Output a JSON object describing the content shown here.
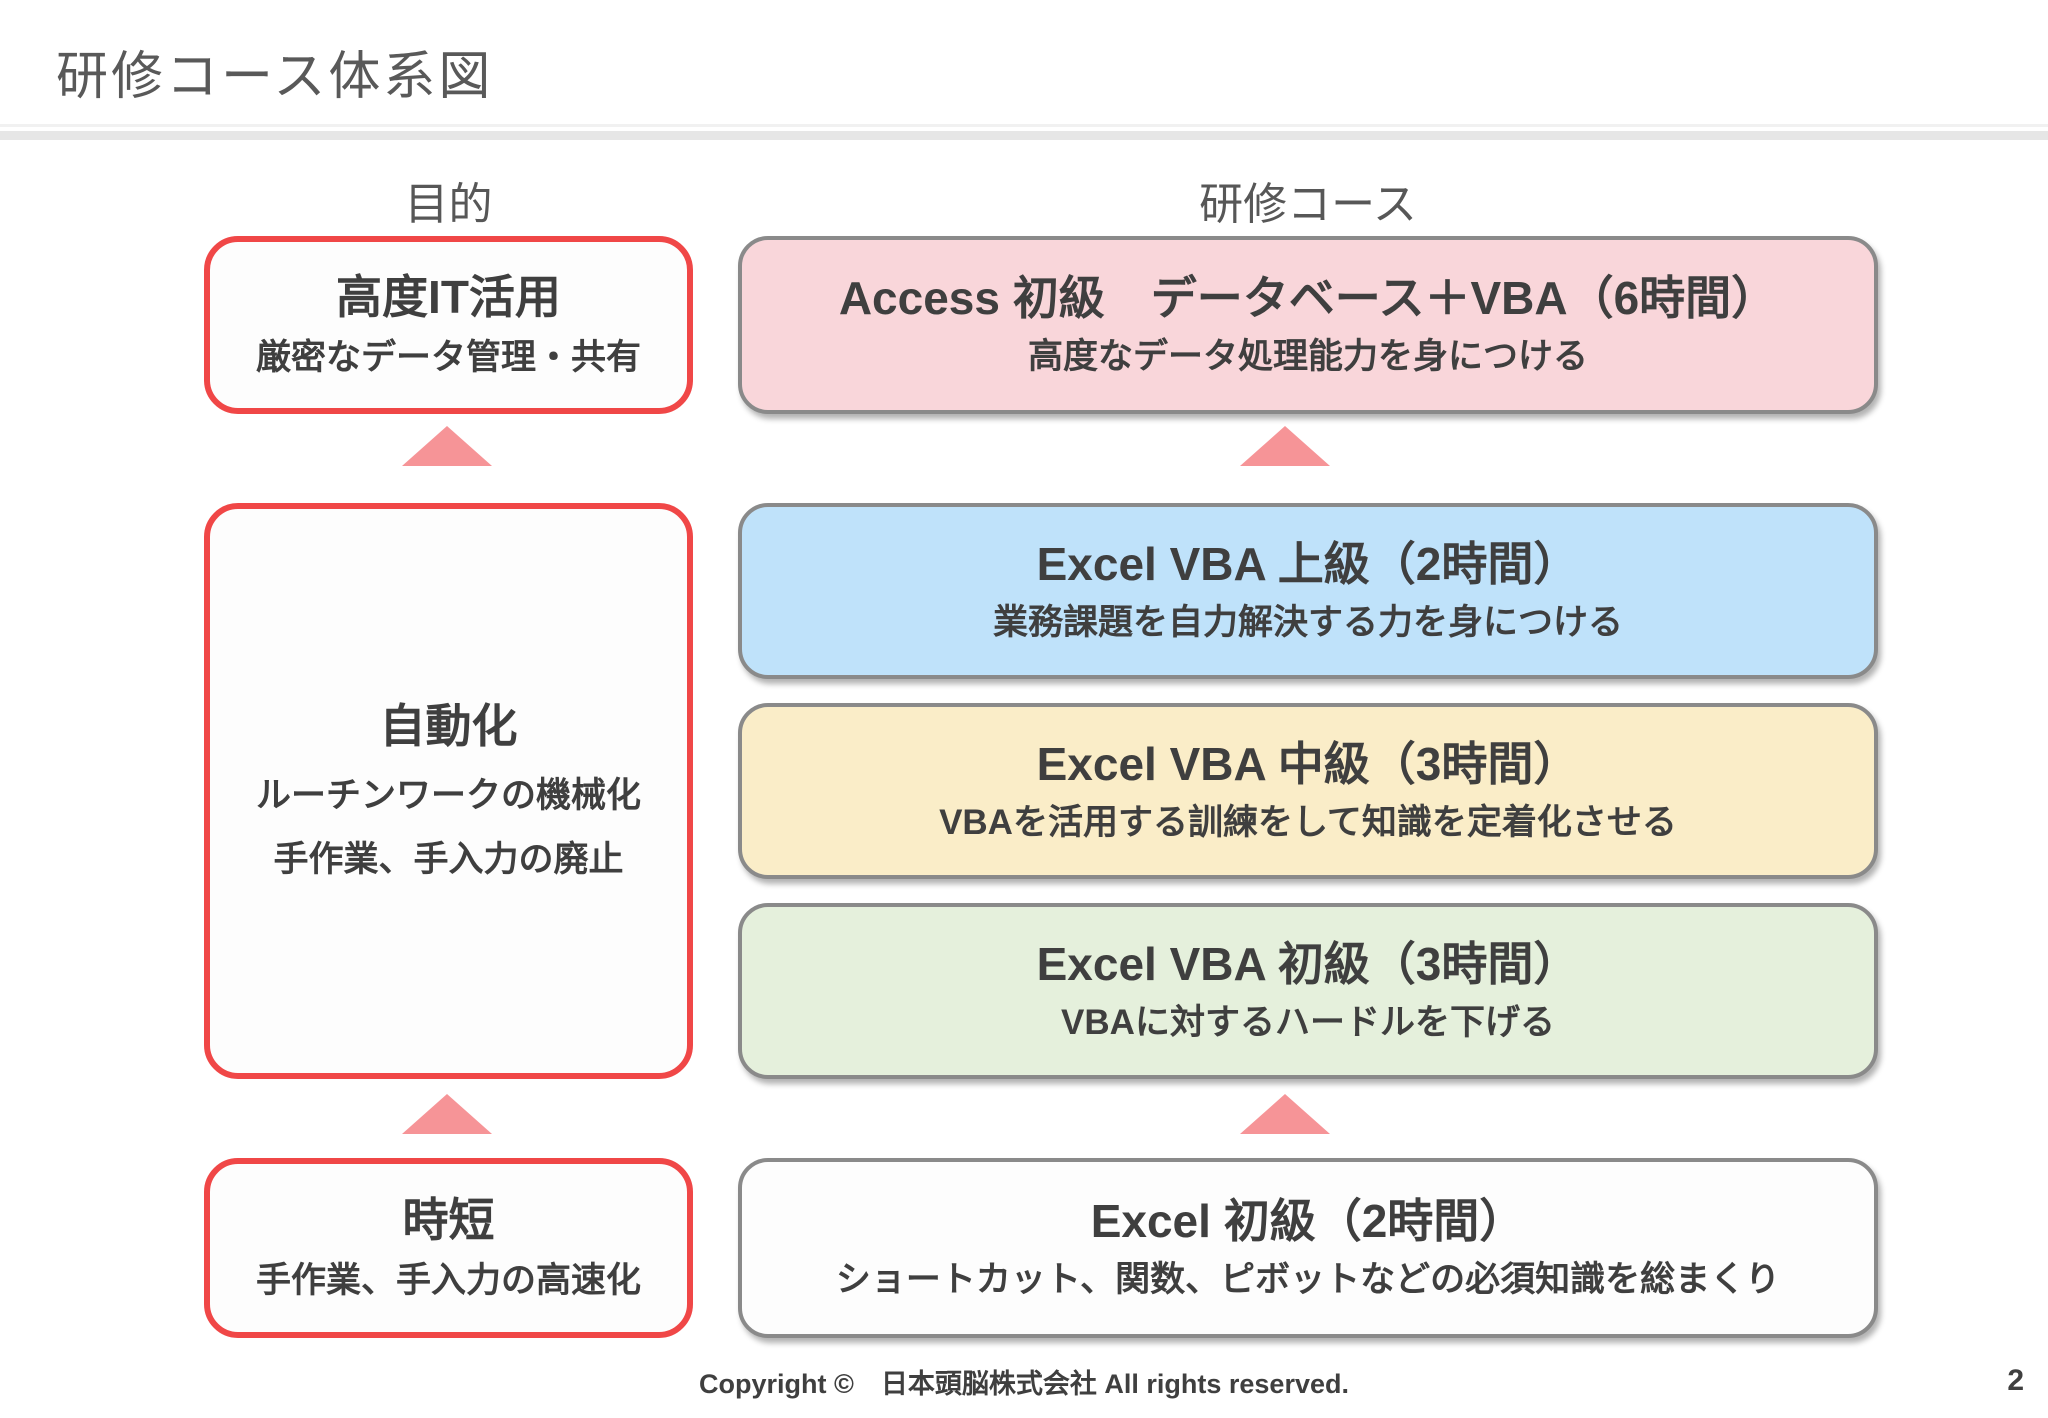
{
  "page": {
    "title": "研修コース体系図",
    "footer": "Copyright ©　日本頭脳株式会社 All rights reserved.",
    "page_number": "2"
  },
  "purpose": {
    "header": "目的",
    "boxes": [
      {
        "title": "高度IT活用",
        "lines": [
          "厳密なデータ管理・共有"
        ]
      },
      {
        "title": "自動化",
        "lines": [
          "ルーチンワークの機械化",
          "手作業、手入力の廃止"
        ]
      },
      {
        "title": "時短",
        "lines": [
          "手作業、手入力の高速化"
        ]
      }
    ]
  },
  "courses": {
    "header": "研修コース",
    "boxes": [
      {
        "title": "Access 初級　データベース＋VBA（6時間）",
        "subtitle": "高度なデータ処理能力を身につける",
        "fill": "#f9d6da"
      },
      {
        "title": "Excel VBA 上級（2時間）",
        "subtitle": "業務課題を自力解決する力を身につける",
        "fill": "#bfe2fa"
      },
      {
        "title": "Excel VBA 中級（3時間）",
        "subtitle": "VBAを活用する訓練をして知識を定着化させる",
        "fill": "#faedc8"
      },
      {
        "title": "Excel VBA 初級（3時間）",
        "subtitle": "VBAに対するハードルを下げる",
        "fill": "#e5f0dc"
      },
      {
        "title": "Excel 初級（2時間）",
        "subtitle": "ショートカット、関数、ピボットなどの必須知識を総まくり",
        "fill": "#fdfdfd"
      }
    ]
  },
  "colors": {
    "purpose_border": "#f04747",
    "course_border": "#8a8a8a",
    "arrow": "#f69497",
    "box_text": "#3f3f3f",
    "heading_text": "#595959",
    "divider_band": "#e6e6e6"
  }
}
